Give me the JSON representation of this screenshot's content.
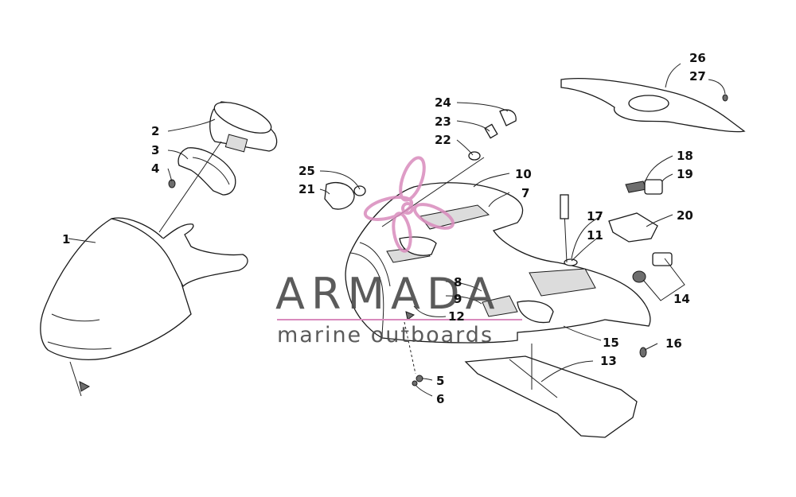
{
  "diagram": {
    "callouts": [
      {
        "id": "c1",
        "text": "1"
      },
      {
        "id": "c2",
        "text": "2"
      },
      {
        "id": "c3",
        "text": "3"
      },
      {
        "id": "c4",
        "text": "4"
      },
      {
        "id": "c5",
        "text": "5"
      },
      {
        "id": "c6",
        "text": "6"
      },
      {
        "id": "c7",
        "text": "7"
      },
      {
        "id": "c8",
        "text": "8"
      },
      {
        "id": "c9",
        "text": "9"
      },
      {
        "id": "c10",
        "text": "10"
      },
      {
        "id": "c11",
        "text": "11"
      },
      {
        "id": "c12",
        "text": "12"
      },
      {
        "id": "c13",
        "text": "13"
      },
      {
        "id": "c14",
        "text": "14"
      },
      {
        "id": "c15",
        "text": "15"
      },
      {
        "id": "c16",
        "text": "16"
      },
      {
        "id": "c17",
        "text": "17"
      },
      {
        "id": "c18",
        "text": "18"
      },
      {
        "id": "c19",
        "text": "19"
      },
      {
        "id": "c20",
        "text": "20"
      },
      {
        "id": "c21",
        "text": "21"
      },
      {
        "id": "c22",
        "text": "22"
      },
      {
        "id": "c23",
        "text": "23"
      },
      {
        "id": "c24",
        "text": "24"
      },
      {
        "id": "c25",
        "text": "25"
      },
      {
        "id": "c26",
        "text": "26"
      },
      {
        "id": "c27",
        "text": "27"
      }
    ]
  },
  "watermark": {
    "title": "ARMADA",
    "subtitle": "marine outboards",
    "text_color": "#4a4a4a",
    "logo_color": "#d98bbd"
  },
  "colors": {
    "line": "#1a1a1a",
    "background": "#ffffff"
  }
}
